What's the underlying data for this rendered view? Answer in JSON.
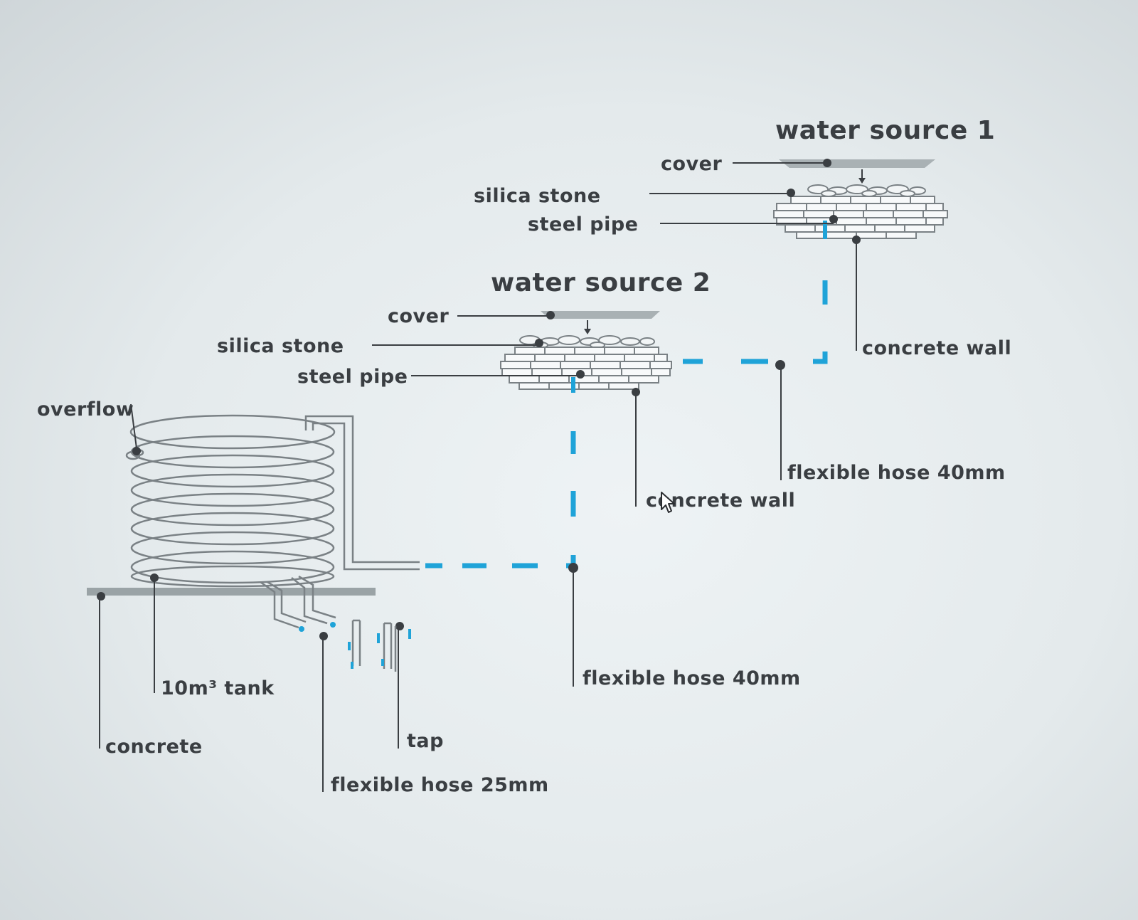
{
  "water_source_1": {
    "title": "water source 1",
    "cover": "cover",
    "silica_stone": "silica stone",
    "steel_pipe": "steel pipe",
    "concrete_wall": "concrete wall"
  },
  "water_source_2": {
    "title": "water source 2",
    "cover": "cover",
    "silica_stone": "silica stone",
    "steel_pipe": "steel pipe",
    "concrete_wall": "concrete wall"
  },
  "hoses": {
    "upper_40mm": "flexible hose 40mm",
    "lower_40mm": "flexible hose 40mm",
    "hose_25mm": "flexible hose 25mm"
  },
  "tank": {
    "overflow": "overflow",
    "tank_label": "10m³ tank",
    "concrete": "concrete",
    "tap": "tap"
  },
  "colors": {
    "line": "#3a3e42",
    "water_dash": "#1fa3d8",
    "cover": "#9aa3a6",
    "background": "#e4eaec"
  },
  "icons": {
    "cursor": "mouse-pointer-icon"
  }
}
